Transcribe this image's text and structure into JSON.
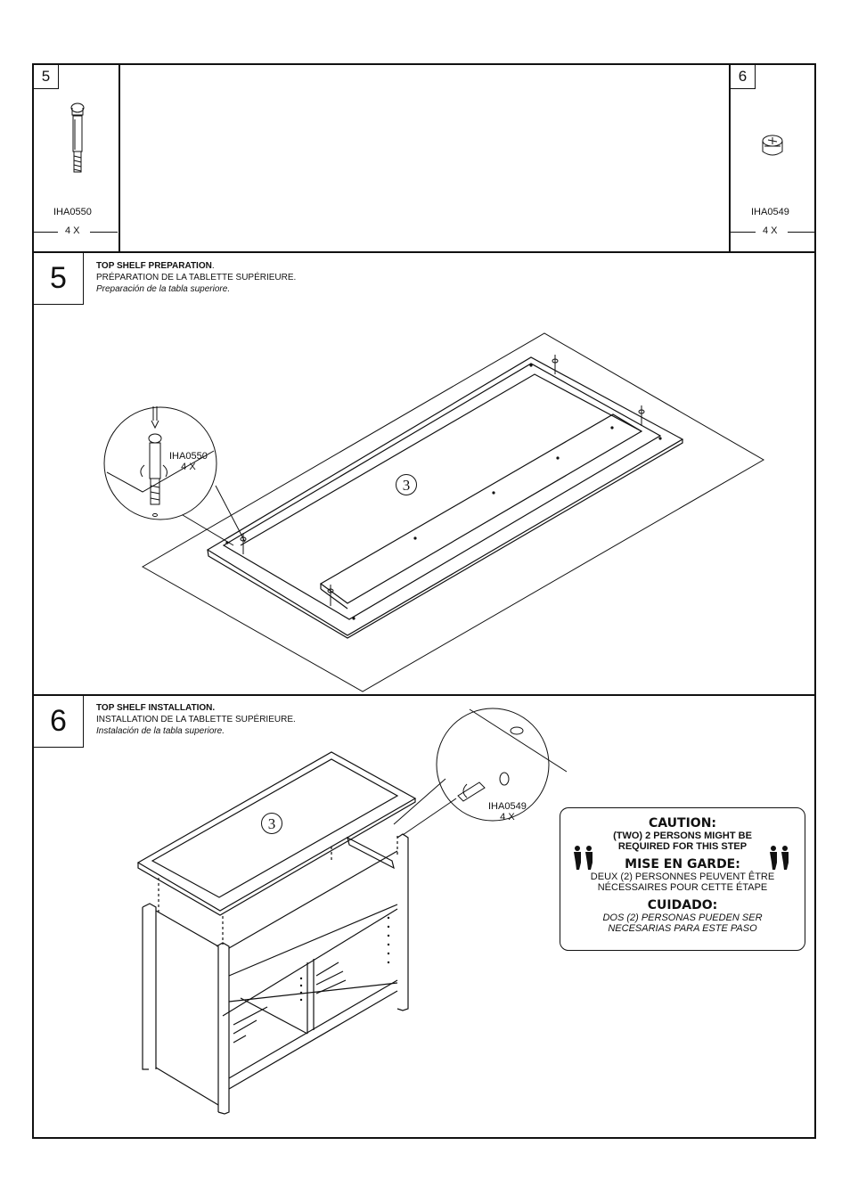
{
  "hardware": [
    {
      "number": "5",
      "code": "IHA0550",
      "quantity": "4 X"
    },
    {
      "number": "6",
      "code": "IHA0549",
      "quantity": "4 X"
    }
  ],
  "steps": [
    {
      "number": "5",
      "title_en": "TOP SHELF PREPARATION",
      "title_en_suffix": ".",
      "title_fr": "PRÉPARATION DE LA TABLETTE SUPÉRIEURE.",
      "title_es": "Preparación de la tabla superiore.",
      "callout_code": "IHA0550",
      "callout_qty": "4 X",
      "part_number": "3"
    },
    {
      "number": "6",
      "title_en": "TOP SHELF INSTALLATION.",
      "title_fr": "INSTALLATION DE LA TABLETTE SUPÉRIEURE.",
      "title_es": "Instalación de la tabla superiore.",
      "callout_code": "IHA0549",
      "callout_qty": "4 X",
      "part_number": "3"
    }
  ],
  "caution": {
    "en_head": "CAUTION:",
    "en_line1": "(TWO) 2 PERSONS MIGHT BE",
    "en_line2": "REQUIRED FOR THIS STEP",
    "fr_head": "MISE EN GARDE:",
    "fr_line1": "DEUX (2) PERSONNES PEUVENT ÊTRE",
    "fr_line2": "NÉCESSAIRES POUR CETTE ÉTAPE",
    "es_head": "CUIDADO:",
    "es_line1": "DOS (2) PERSONAS PUEDEN SER",
    "es_line2": "NECESARIAS PARA ESTE PASO"
  }
}
